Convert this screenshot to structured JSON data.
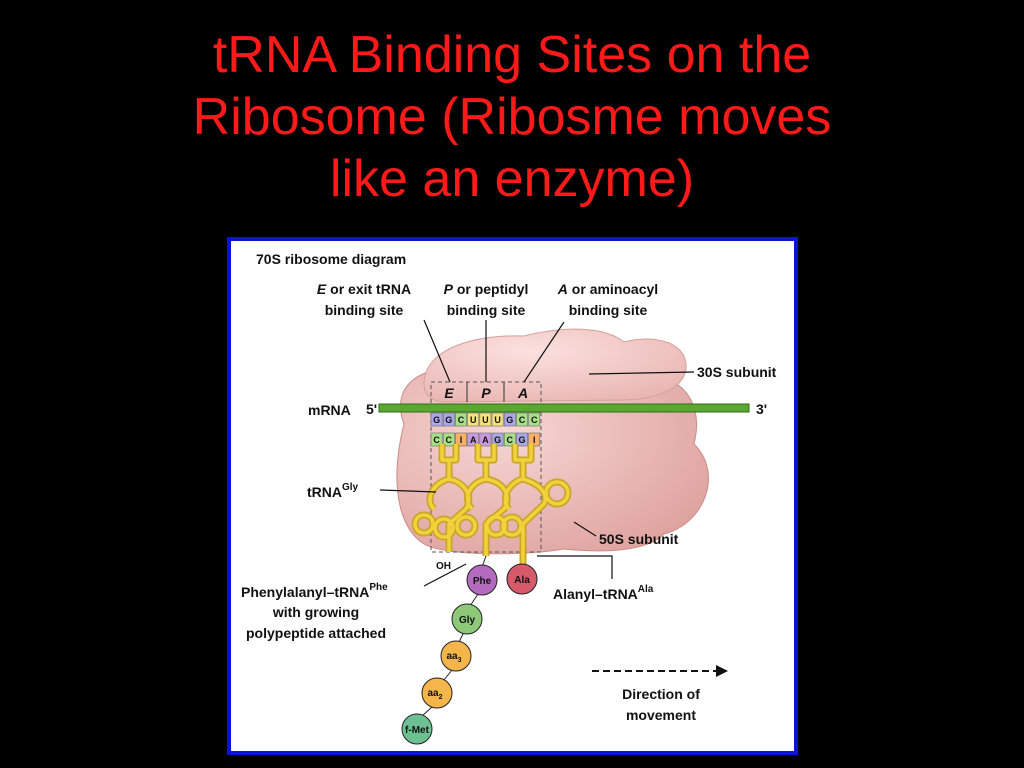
{
  "slide": {
    "title_lines": [
      "tRNA Binding Sites on the",
      "Ribosome (Ribosme moves",
      "like an enzyme)"
    ]
  },
  "figure": {
    "heading": "70S ribosome diagram",
    "e_site": [
      "E",
      " or exit tRNA",
      "binding site"
    ],
    "p_site": [
      "P",
      " or peptidyl",
      "binding site"
    ],
    "a_site": [
      "A",
      " or aminoacyl",
      "binding site"
    ],
    "site_letters": [
      "E",
      "P",
      "A"
    ],
    "subunit_30s": "30S subunit",
    "subunit_50s": "50S subunit",
    "mrna_label": "mRNA",
    "five_prime": "5'",
    "three_prime": "3'",
    "codons": [
      "G",
      "G",
      "C",
      "U",
      "U",
      "U",
      "G",
      "C",
      "C"
    ],
    "anticodons": [
      "C",
      "C",
      "I",
      "A",
      "A",
      "G",
      "C",
      "G",
      "I"
    ],
    "trna_gly": "tRNA",
    "trna_gly_sup": "Gly",
    "oh": "OH",
    "phe_trna": [
      "Phenylalanyl–tRNA",
      "with growing",
      "polypeptide attached"
    ],
    "phe_trna_sup": "Phe",
    "ala_trna": "Alanyl–tRNA",
    "ala_trna_sup": "Ala",
    "chain": [
      "Phe",
      "Gly",
      "aa",
      "aa",
      "f-Met"
    ],
    "aa3_sub": "3",
    "aa2_sub": "2",
    "ala_bead": "Ala",
    "direction": [
      "Direction of",
      "movement"
    ]
  },
  "colors": {
    "title": "#ff1a1a",
    "frame": "#0a14d6",
    "ribosome": "#efc0bd",
    "mrna": "#5aa831",
    "trna": "#f2d23a"
  }
}
